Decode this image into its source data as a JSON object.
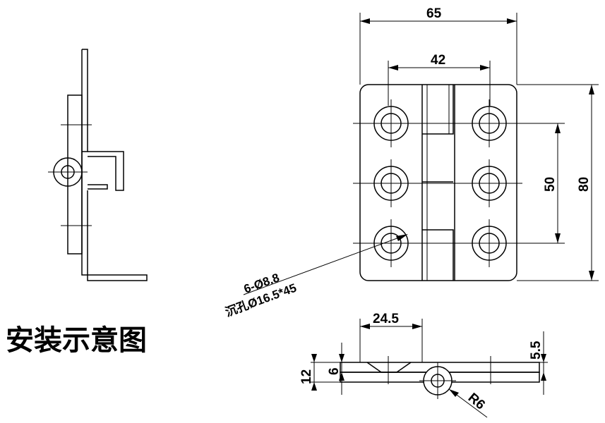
{
  "title": "安装示意图",
  "dimensions": {
    "width_overall": "65",
    "hole_spacing_horizontal": "42",
    "height_overall": "80",
    "hole_spacing_vertical": "50",
    "offset_side": "24.5",
    "thickness_total": "12",
    "thickness_leaf": "6",
    "dim_5_5": "5.5",
    "radius": "R6"
  },
  "hole_note": {
    "line1": "6-Ø8.8",
    "line2": "沉孔Ø16.5*45"
  }
}
